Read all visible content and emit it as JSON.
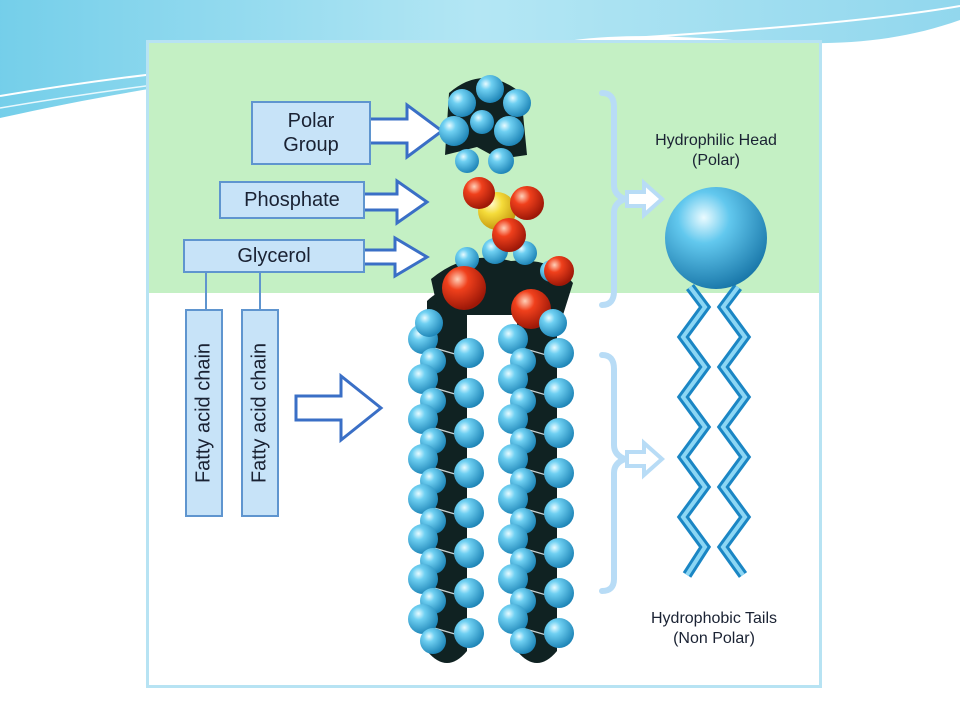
{
  "labels": {
    "polar_group": [
      "Polar",
      "Group"
    ],
    "phosphate": "Phosphate",
    "glycerol": "Glycerol",
    "fatty_acid_chain": "Fatty acid chain"
  },
  "sides": {
    "hydrophilic": [
      "Hydrophilic Head",
      "(Polar)"
    ],
    "hydrophobic": [
      "Hydrophobic Tails",
      "(Non Polar)"
    ]
  },
  "colors": {
    "head_zone": "#c4f0c4",
    "hydrogen_atom": "#3cb4e4",
    "oxygen_atom": "#e8401c",
    "phosphorus_atom": "#f2dc3c",
    "carbon_backbone": "#102222",
    "label_fill": "#c7e3f8",
    "label_border": "#5f95cf"
  }
}
